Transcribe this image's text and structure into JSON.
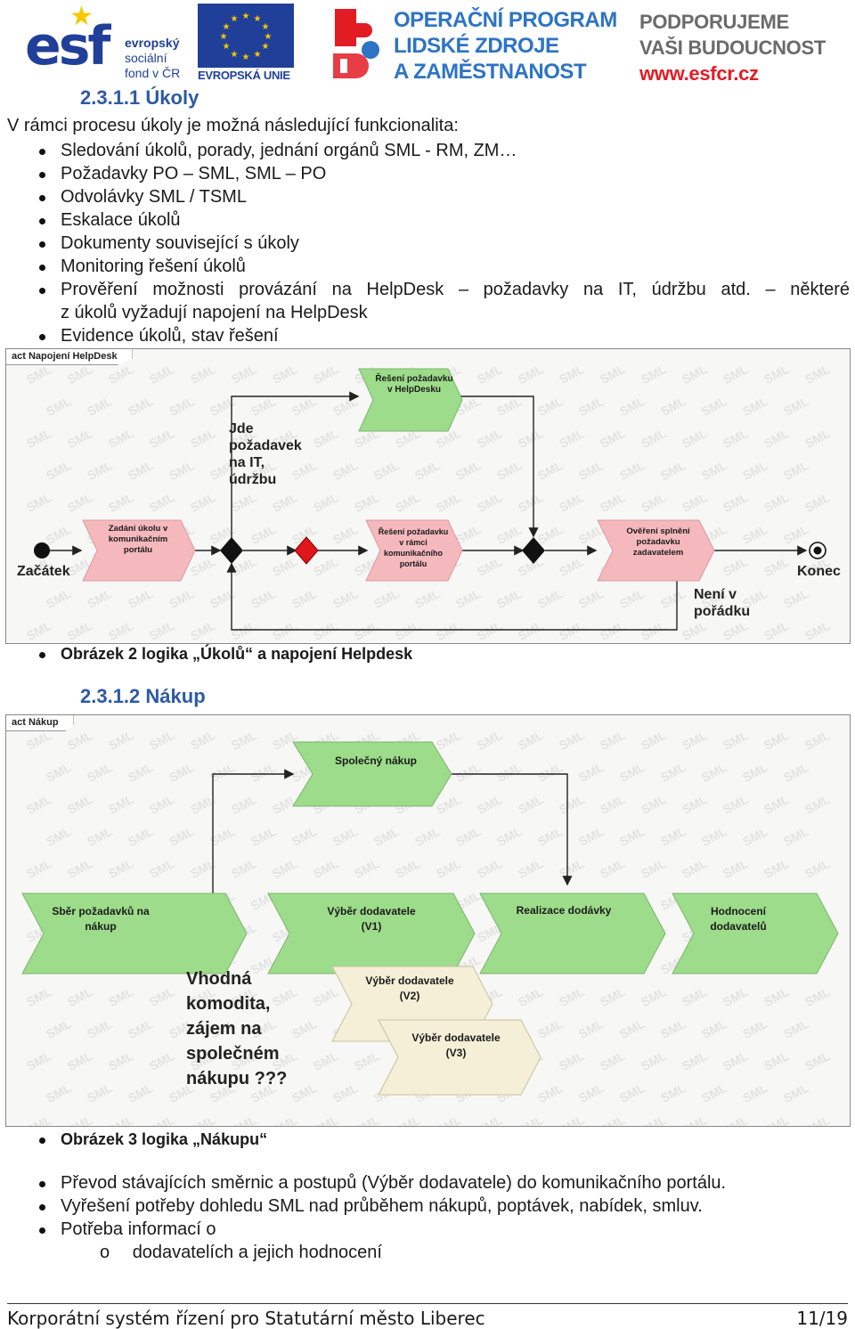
{
  "header": {
    "esf_word": "esf",
    "esf_side": [
      "evropský",
      "sociální",
      "fond v ČR"
    ],
    "eu_caption": "EVROPSKÁ UNIE",
    "oplz": [
      "OPERAČNÍ PROGRAM",
      "LIDSKÉ ZDROJE",
      "A ZAMĚSTNANOST"
    ],
    "slogan": [
      "PODPORUJEME",
      "VAŠI BUDOUCNOST"
    ],
    "url": "www.esfcr.cz",
    "colors": {
      "blue": "#1f3f99",
      "yellow": "#f5c800",
      "oplz_blue": "#2d74c4",
      "red": "#e31b23",
      "gray": "#6a6a6a"
    }
  },
  "section1": {
    "heading": "2.3.1.1  Úkoly",
    "intro": "V rámci procesu úkoly je možná následující funkcionalita:",
    "bullets": [
      "Sledování úkolů, porady, jednání orgánů SML - RM, ZM…",
      "Požadavky PO – SML, SML – PO",
      "Odvolávky SML / TSML",
      "Eskalace úkolů",
      "Dokumenty související s úkoly",
      "Monitoring řešení úkolů",
      "Prověření možnosti provázání na HelpDesk – požadavky na IT, údržbu atd. – některé",
      "z úkolů vyžadují napojení na HelpDesk",
      "Evidence úkolů, stav řešení"
    ]
  },
  "diagram1": {
    "tag": "act Napojení HelpDesk",
    "nodes": {
      "helpdesk": [
        "Řešení požadavku",
        "v HelpDesku"
      ],
      "zadani": [
        "Zadání úkolu v",
        "komunikačním",
        "portálu"
      ],
      "reseni": [
        "Řešení požadavku",
        "v rámci",
        "komunikačního",
        "portálu"
      ],
      "overeni": [
        "Ověření splnění",
        "požadavku",
        "zadavatelem"
      ]
    },
    "note_it": [
      "Jde",
      "požadavek",
      "na IT,",
      "údržbu"
    ],
    "start": "Začátek",
    "end": "Konec",
    "note_not_ok": [
      "Není v",
      "pořádku"
    ],
    "colors": {
      "green": "#9ddc8a",
      "pink": "#f5b9bd",
      "red": "#e0161b",
      "black": "#111111"
    }
  },
  "caption1": "Obrázek 2 logika „Úkolů“ a napojení Helpdesk",
  "section2": {
    "heading": "2.3.1.2  Nákup"
  },
  "diagram2": {
    "tag": "act Nákup",
    "nodes": {
      "spolecny": "Společný nákup",
      "sber": [
        "Sběr požadavků na",
        "nákup"
      ],
      "v1": [
        "Výběr dodavatele",
        "(V1)"
      ],
      "realizace": "Realizace dodávky",
      "hodnoceni": [
        "Hodnocení",
        "dodavatelů"
      ],
      "v2": [
        "Výběr dodavatele",
        "(V2)"
      ],
      "v3": [
        "Výběr dodavatele",
        "(V3)"
      ]
    },
    "note": [
      "Vhodná",
      "komodita,",
      "zájem na",
      "společném",
      "nákupu ???"
    ],
    "colors": {
      "green": "#9ddc8a",
      "cream": "#f4efd6"
    }
  },
  "caption2": "Obrázek 3 logika „Nákupu“",
  "bullets2": [
    "Převod stávajících směrnic a postupů (Výběr dodavatele) do komunikačního portálu.",
    "Vyřešení potřeby dohledu SML nad průběhem nákupů, poptávek, nabídek, smluv.",
    "Potřeba informací o"
  ],
  "sub_bullet": {
    "marker": "o",
    "text": "dodavatelích a jejich hodnocení"
  },
  "watermark": "SML",
  "footer": {
    "title": "Korporátní systém řízení pro Statutární město Liberec",
    "page": "11/19"
  }
}
